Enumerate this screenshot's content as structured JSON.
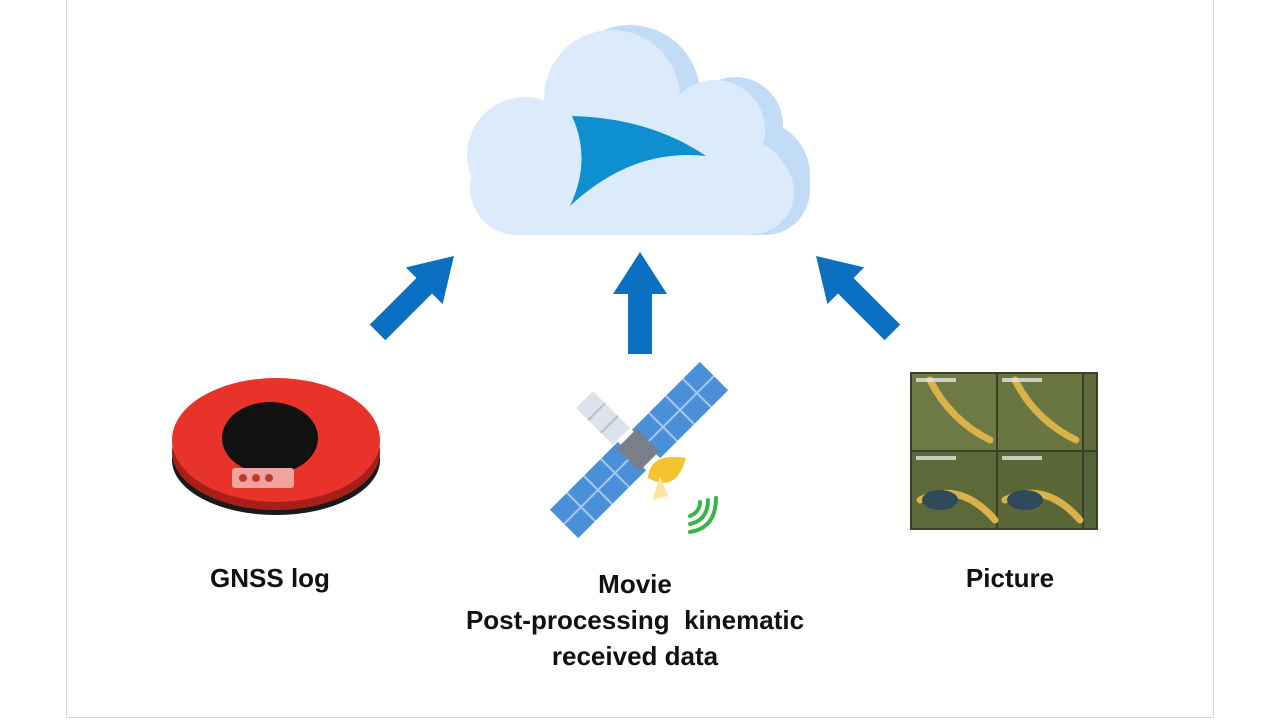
{
  "labels": {
    "gnss": "GNSS log",
    "center_line1": "Movie",
    "center_line2": "Post-processing  kinematic",
    "center_line3": "received data",
    "picture": "Picture"
  },
  "colors": {
    "cloud_light": "#dcebfb",
    "cloud_shadow": "#c2dcf6",
    "logo_blue": "#0e8fcf",
    "arrow_blue": "#0b6fc2",
    "device_red": "#e8332b",
    "device_black": "#111111",
    "satellite_panel": "#4a90d9",
    "satellite_dish": "#f4c430",
    "signal_green": "#39b54a"
  },
  "icons": [
    "cloud-icon",
    "logo-icon",
    "arrow-up-right-icon",
    "arrow-up-icon",
    "arrow-up-left-icon",
    "gnss-device-icon",
    "satellite-icon",
    "aerial-photo-grid"
  ]
}
